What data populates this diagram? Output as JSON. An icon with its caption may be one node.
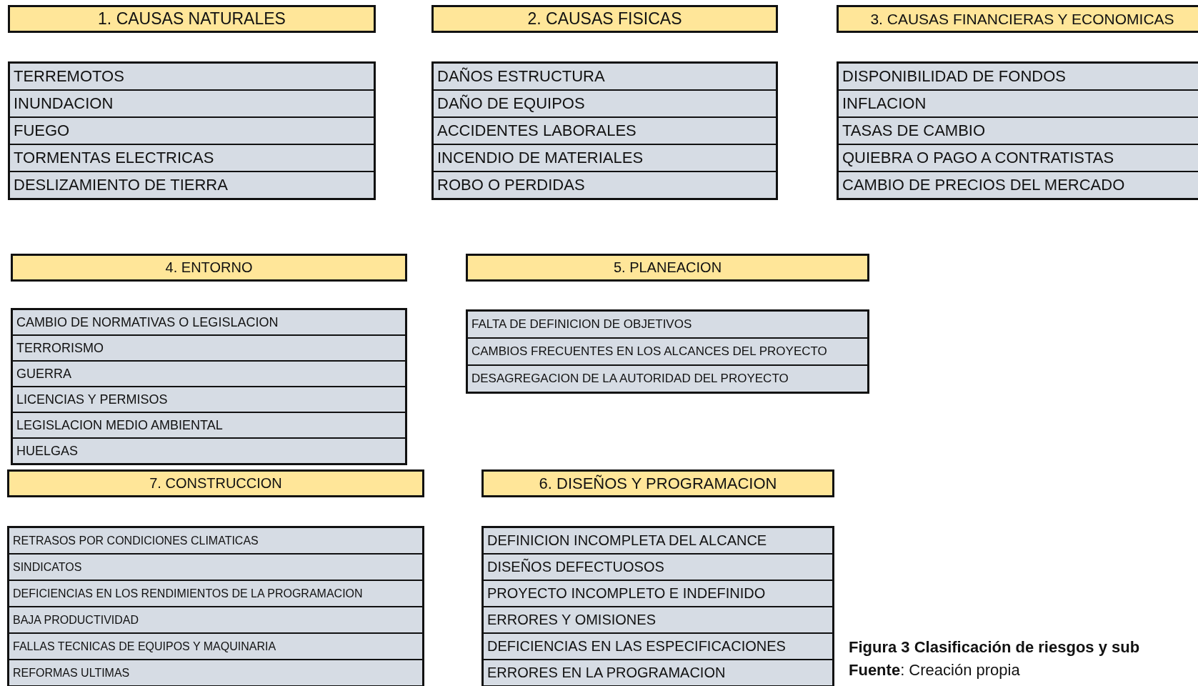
{
  "diagram": {
    "caption": "Figura 3 Clasificación de riesgos y sub",
    "nodes": [
      {
        "text": [
          "1. CAUSAS NATURALES"
        ]
      },
      {
        "text": [
          "TERREMOTOS"
        ],
        "in": 0
      },
      {
        "text": [
          "INUNDACION"
        ],
        "in": 0
      },
      {
        "text": [
          "FUEGO"
        ],
        "in": 0
      },
      {
        "text": [
          "TORMENTAS ELECTRICAS"
        ],
        "in": 0
      },
      {
        "text": [
          "DESLIZAMIENTO DE TIERRA"
        ],
        "in": 0
      },
      {
        "text": [
          "2. CAUSAS FISICAS"
        ]
      },
      {
        "text": [
          "DAÑOS ESTRUCTURA"
        ],
        "in": 6
      },
      {
        "text": [
          "DAÑO DE EQUIPOS"
        ],
        "in": 6
      },
      {
        "text": [
          "ACCIDENTES LABORALES"
        ],
        "in": 6
      },
      {
        "text": [
          "INCENDIO DE MATERIALES"
        ],
        "in": 6
      },
      {
        "text": [
          "ROBO O PERDIDAS"
        ],
        "in": 6
      },
      {
        "text": [
          "3. CAUSAS FINANCIERAS Y ECONOMICAS"
        ]
      },
      {
        "text": [
          "DISPONIBILIDAD DE FONDOS"
        ],
        "in": 12
      },
      {
        "text": [
          "INFLACION"
        ],
        "in": 12
      },
      {
        "text": [
          "TASAS DE CAMBIO"
        ],
        "in": 12
      },
      {
        "text": [
          "QUIEBRA O PAGO A CONTRATISTAS"
        ],
        "in": 12
      },
      {
        "text": [
          "CAMBIO DE PRECIOS DEL MERCADO"
        ],
        "in": 12
      },
      {
        "text": [
          "4. ENTORNO"
        ]
      },
      {
        "text": [
          "CAMBIO DE NORMATIVAS O LEGISLACION"
        ],
        "in": 18
      },
      {
        "text": [
          "TERRORISMO"
        ],
        "in": 18
      },
      {
        "text": [
          "GUERRA"
        ],
        "in": 18
      },
      {
        "text": [
          "LICENCIAS Y PERMISOS"
        ],
        "in": 18
      },
      {
        "text": [
          "LEGISLACION MEDIO AMBIENTAL"
        ],
        "in": 18
      },
      {
        "text": [
          "HUELGAS"
        ],
        "in": 18
      },
      {
        "text": [
          "5. PLANEACION"
        ]
      },
      {
        "text": [
          "FALTA DE DEFINICION DE OBJETIVOS"
        ],
        "in": 25
      },
      {
        "text": [
          "CAMBIOS FRECUENTES EN LOS ALCANCES DEL PROYECTO"
        ],
        "in": 25
      },
      {
        "text": [
          "DESAGREGACION DE LA AUTORIDAD DEL PROYECTO"
        ],
        "in": 25
      },
      {
        "text": [
          "7. CONSTRUCCION"
        ]
      },
      {
        "text": [
          "RETRASOS POR CONDICIONES CLIMATICAS"
        ],
        "in": 29
      },
      {
        "text": [
          "SINDICATOS"
        ],
        "in": 29
      },
      {
        "text": [
          "DEFICIENCIAS EN LOS RENDIMIENTOS DE LA PROGRAMACION"
        ],
        "in": 29
      },
      {
        "text": [
          "BAJA PRODUCTIVIDAD"
        ],
        "in": 29
      },
      {
        "text": [
          "FALLAS TECNICAS DE EQUIPOS Y MAQUINARIA"
        ],
        "in": 29
      },
      {
        "text": [
          "REFORMAS ULTIMAS"
        ],
        "in": 29
      },
      {
        "text": [
          "6. DISEÑOS Y PROGRAMACION"
        ]
      },
      {
        "text": [
          "DEFINICION INCOMPLETA DEL ALCANCE"
        ],
        "in": 36
      },
      {
        "text": [
          "DISEÑOS DEFECTUOSOS"
        ],
        "in": 36
      },
      {
        "text": [
          "PROYECTO INCOMPLETO E INDEFINIDO"
        ],
        "in": 36
      },
      {
        "text": [
          "ERRORES Y OMISIONES"
        ],
        "in": 36
      },
      {
        "text": [
          "DEFICIENCIAS EN LAS ESPECIFICACIONES"
        ],
        "in": 36
      },
      {
        "text": [
          "ERRORES EN LA PROGRAMACION"
        ],
        "in": 36
      }
    ],
    "labels": [
      "**Fuente**: Creación propia"
    ]
  }
}
